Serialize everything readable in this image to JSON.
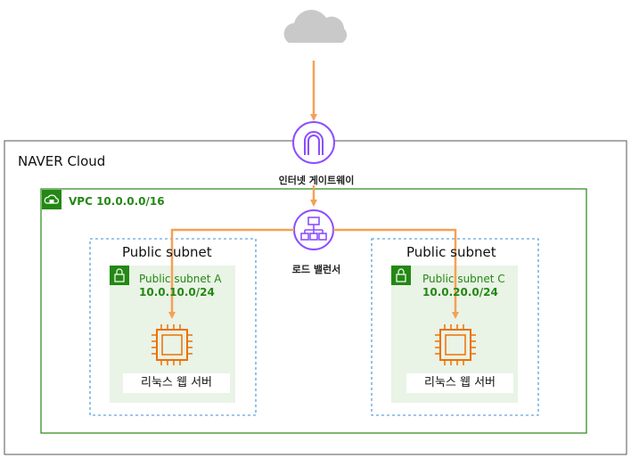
{
  "provider_label": "NAVER Cloud",
  "internet_gateway_label": "인터넷 게이트웨이",
  "load_balancer_label": "로드 밸런서",
  "vpc_label": "VPC 10.0.0.0/16",
  "subnets": [
    {
      "group_title": "Public subnet",
      "name": "Public subnet A",
      "cidr": "10.0.10.0/24",
      "server_label": "리눅스 웹 서버"
    },
    {
      "group_title": "Public subnet",
      "name": "Public subnet C",
      "cidr": "10.0.20.0/24",
      "server_label": "리눅스 웹 서버"
    }
  ],
  "colors": {
    "arrow": "#f5a155",
    "gateway": "#8c4fff",
    "vpc_border": "#248814",
    "subnet_border": "#3f8fd2",
    "subnet_fill": "#e9f3e6",
    "chip": "#ed7100",
    "cloud": "#c9c9c9"
  },
  "icons": {
    "cloud": "cloud-icon",
    "gateway": "internet-gateway-icon",
    "load_balancer": "load-balancer-icon",
    "vpc": "vpc-cloud-lock-icon",
    "subnet": "lock-icon",
    "server": "ec2-chip-icon"
  }
}
